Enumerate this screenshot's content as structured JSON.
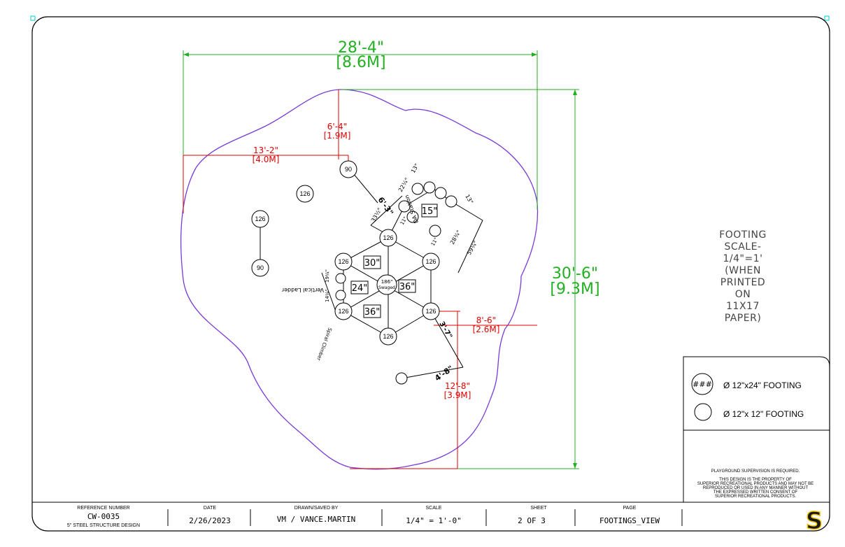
{
  "dimensions": {
    "overall_width": "28'-4\"",
    "overall_width_m": "[8.6M]",
    "overall_height": "30'-6\"",
    "overall_height_m": "[9.3M]",
    "top_offset": "6'-4\"",
    "top_offset_m": "[1.9M]",
    "left_offset": "13'-2\"",
    "left_offset_m": "[4.0M]",
    "right_offset": "8'-6\"",
    "right_offset_m": "[2.6M]",
    "bottom_offset": "12'-8\"",
    "bottom_offset_m": "[3.9M]",
    "d_6_3": "6'-3\"",
    "d_4_8": "4'-8\"",
    "d_3_7": "3'-7\"",
    "d_13": "13\"",
    "d_13b": "13\"",
    "d_22": "22¼\"",
    "d_33": "33½\"",
    "d_28": "28¾\"",
    "d_59": "59¼\"",
    "d_11a": "11\"",
    "d_11b": "11\"",
    "d_19": "19¼\"",
    "d_14": "14¼\""
  },
  "footings": {
    "f90a": "90",
    "f126a": "126",
    "f126b": "126",
    "f90b": "90",
    "f126c": "126",
    "f126d": "126",
    "f126e": "126",
    "f126f": "126",
    "f126g": "126",
    "f126h": "126",
    "center": "186\"",
    "center2": "Swaged"
  },
  "deck_heights": {
    "h15": "15\"",
    "h30": "30\"",
    "h24": "24\"",
    "h36a": "36\"",
    "h36b": "36\""
  },
  "component_labels": {
    "da_station": "DA Station",
    "vertical_ladder": "Vertical Ladder",
    "spiral_climber": "Spiral Climber"
  },
  "footing_note": {
    "line1": "FOOTING",
    "line2": "SCALE-",
    "line3": "1/4\"=1'",
    "line4": "(WHEN",
    "line5": "PRINTED",
    "line6": "ON",
    "line7": "11X17",
    "line8": "PAPER)"
  },
  "legend": {
    "symbol": "###",
    "large_label": "Ø 12\"x24\" FOOTING",
    "small_label": "Ø 12\"x 12\" FOOTING"
  },
  "notes": {
    "supervision": "PLAYGROUND SUPERVISION IS REQUIRED.",
    "property1": "THIS DESIGN IS THE PROPERTY OF",
    "property2": "SUPERIOR RECREATIONAL PRODUCTS AND MAY NOT BE",
    "property3": "REPRODUCED OR USED IN ANY MANNER WITHOUT",
    "property4": "THE EXPRESSED WRITTEN CONSENT OF",
    "property5": "SUPERIOR RECREATIONAL PRODUCTS."
  },
  "title_block": {
    "ref_head": "REFERENCE NUMBER",
    "ref_value": "CW-0035",
    "ref_sub": "5\" STEEL STRUCTURE DESIGN",
    "date_head": "DATE",
    "date_value": "2/26/2023",
    "drawn_head": "DRAWN/SAVED BY",
    "drawn_value": "VM / VANCE.MARTIN",
    "scale_head": "SCALE",
    "scale_value": "1/4\" = 1'-0\"",
    "sheet_head": "SHEET",
    "sheet_value": "2  OF   3",
    "page_head": "PAGE",
    "page_value": "FOOTINGS_VIEW",
    "logo": "S"
  },
  "colors": {
    "green": "#22b022",
    "red": "#e00000",
    "purple": "#7a3ad6",
    "cyan": "#00cccc",
    "logo_yellow": "#f2c200"
  }
}
